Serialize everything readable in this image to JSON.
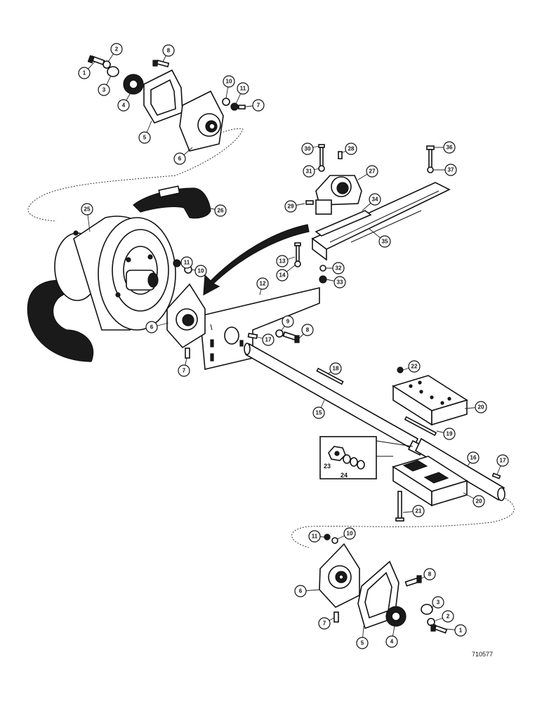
{
  "figure_id": "710577",
  "callouts": [
    {
      "id": "c1-top",
      "label": "1"
    },
    {
      "id": "c2-top",
      "label": "2"
    },
    {
      "id": "c3-top",
      "label": "3"
    },
    {
      "id": "c4-top",
      "label": "4"
    },
    {
      "id": "c5-top",
      "label": "5"
    },
    {
      "id": "c6-top",
      "label": "6"
    },
    {
      "id": "c7-top",
      "label": "7"
    },
    {
      "id": "c8-top",
      "label": "8"
    },
    {
      "id": "c10-top",
      "label": "10"
    },
    {
      "id": "c11-top",
      "label": "11"
    },
    {
      "id": "c25",
      "label": "25"
    },
    {
      "id": "c26",
      "label": "26"
    },
    {
      "id": "c30",
      "label": "30"
    },
    {
      "id": "c28",
      "label": "28"
    },
    {
      "id": "c27",
      "label": "27"
    },
    {
      "id": "c31",
      "label": "31"
    },
    {
      "id": "c29",
      "label": "29"
    },
    {
      "id": "c34",
      "label": "34"
    },
    {
      "id": "c35",
      "label": "35"
    },
    {
      "id": "c36",
      "label": "36"
    },
    {
      "id": "c37",
      "label": "37"
    },
    {
      "id": "c13",
      "label": "13"
    },
    {
      "id": "c14",
      "label": "14"
    },
    {
      "id": "c32",
      "label": "32"
    },
    {
      "id": "c33",
      "label": "33"
    },
    {
      "id": "c12",
      "label": "12"
    },
    {
      "id": "c11-mid",
      "label": "11"
    },
    {
      "id": "c10-mid",
      "label": "10"
    },
    {
      "id": "c6-mid",
      "label": "6"
    },
    {
      "id": "c7-mid",
      "label": "7"
    },
    {
      "id": "c9-mid",
      "label": "9"
    },
    {
      "id": "c8-mid",
      "label": "8"
    },
    {
      "id": "c17-mid",
      "label": "17"
    },
    {
      "id": "c18",
      "label": "18"
    },
    {
      "id": "c15",
      "label": "15"
    },
    {
      "id": "c22",
      "label": "22"
    },
    {
      "id": "c20",
      "label": "20"
    },
    {
      "id": "c19",
      "label": "19"
    },
    {
      "id": "c16",
      "label": "16"
    },
    {
      "id": "c17-right",
      "label": "17"
    },
    {
      "id": "c20-lower",
      "label": "20"
    },
    {
      "id": "c21",
      "label": "21"
    },
    {
      "id": "c11-bot",
      "label": "11"
    },
    {
      "id": "c10-bot",
      "label": "10"
    },
    {
      "id": "c6-bot",
      "label": "6"
    },
    {
      "id": "c8-bot",
      "label": "8"
    },
    {
      "id": "c7-bot",
      "label": "7"
    },
    {
      "id": "c5-bot",
      "label": "5"
    },
    {
      "id": "c4-bot",
      "label": "4"
    },
    {
      "id": "c3-bot",
      "label": "3"
    },
    {
      "id": "c2-bot",
      "label": "2"
    },
    {
      "id": "c1-bot",
      "label": "1"
    }
  ],
  "inset_labels": [
    {
      "id": "inset-23",
      "label": "23"
    },
    {
      "id": "inset-24",
      "label": "24"
    }
  ]
}
